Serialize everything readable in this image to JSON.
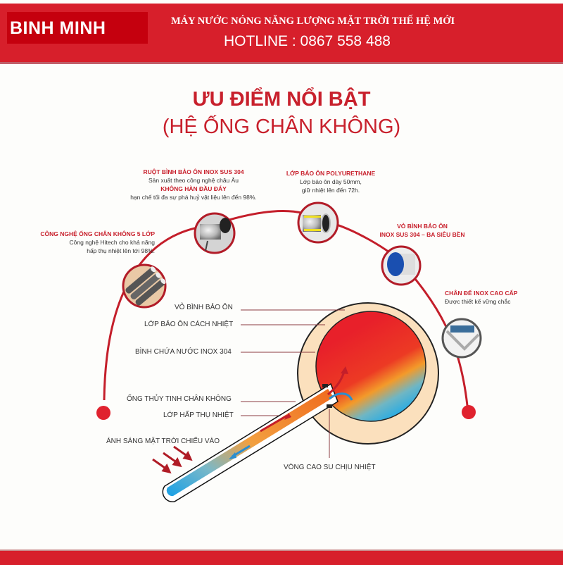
{
  "header": {
    "brand": "BINH MINH",
    "tagline": "MÁY NƯỚC NÓNG NĂNG LƯỢNG MẶT TRỜI THẾ HỆ MỚI",
    "hotline": "HOTLINE : 0867 558 488",
    "color": "#d71f2b"
  },
  "title": {
    "line1": "ƯU ĐIỂM NỔI BẬT",
    "line2": "(HỆ ỐNG CHÂN KHÔNG)"
  },
  "features": [
    {
      "id": "ruot-binh",
      "title": "RUỘT BÌNH BẢO ÔN INOX SUS 304",
      "lines": [
        "Sản xuất theo công nghệ châu Âu",
        "KHÔNG HÀN ĐẦU ĐÁY",
        "hạn chế tối đa sự phá huỷ vật liệu lên đến 98%."
      ],
      "icon": "steel-cylinder-icon"
    },
    {
      "id": "lop-bao-on",
      "title": "LỚP BẢO ÔN POLYURETHANE",
      "lines": [
        "Lớp bảo ôn dày 50mm,",
        "giữ nhiệt lên đến 72h."
      ],
      "icon": "insulated-pipe-icon"
    },
    {
      "id": "ong-chan-khong",
      "title": "CÔNG NGHỆ ỐNG CHÂN KHÔNG 5 LỚP",
      "lines": [
        "Công nghệ Hitech cho khả năng",
        "hấp thụ nhiệt lên tới 98%."
      ],
      "icon": "vacuum-tubes-icon"
    },
    {
      "id": "vo-binh",
      "title": "VỎ BÌNH BẢO ÔN",
      "lines": [
        "INOX SUS 304 – BA SIÊU BỀN"
      ],
      "icon": "tank-shell-icon"
    },
    {
      "id": "chan-de",
      "title": "CHÂN ĐẾ INOX CAO CẤP",
      "lines": [
        "Được thiết kế vững chắc"
      ],
      "icon": "stand-frame-icon"
    }
  ],
  "diagram_labels": {
    "shell": "VỎ BÌNH BẢO ÔN",
    "insulation": "LỚP BẢO ÔN CÁCH NHIỆT",
    "inner_tank": "BÌNH CHỨA NƯỚC INOX 304",
    "glass_tube": "ỐNG THỦY TINH CHÂN KHÔNG",
    "absorber": "LỚP HẤP THỤ NHIỆT",
    "sunlight": "ÁNH SÁNG MẶT TRỜI CHIẾU VÀO",
    "seal_ring": "VÒNG CAO SU CHỊU NHIỆT"
  },
  "colors": {
    "accent_red": "#c8202c",
    "arc_red": "#c41e2a",
    "insulation": "#fbe0bd",
    "hot": "#e8202a",
    "cold": "#1aa6e8"
  }
}
